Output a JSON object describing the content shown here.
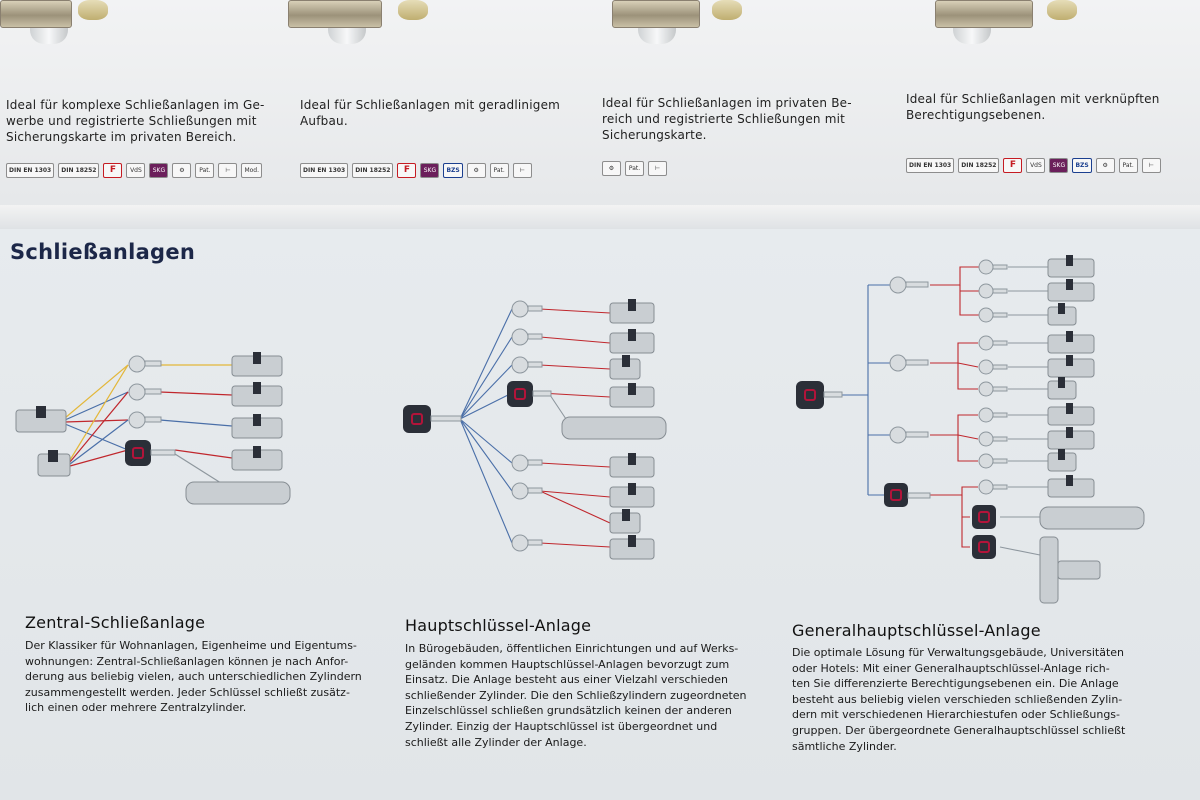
{
  "top_descriptions": [
    {
      "lines": [
        "Ideal für komplexe Schließanlagen im Ge-",
        "werbe und registrierte Schließungen mit",
        "Sicherungskarte im privaten Bereich."
      ]
    },
    {
      "lines": [
        "Ideal für Schließanlagen mit geradlinigem",
        "Aufbau."
      ]
    },
    {
      "lines": [
        "Ideal für Schließanlagen im privaten Be-",
        "reich und registrierte Schließungen mit",
        "Sicherungskarte."
      ]
    },
    {
      "lines": [
        "Ideal für Schließanlagen mit verknüpften",
        "Berechtigungsebenen."
      ]
    }
  ],
  "badges": {
    "col1": [
      "DIN EN 1303",
      "DIN 18252",
      "F",
      "VdS",
      "SKG",
      "⚙",
      "Pat.",
      "⊢",
      "Mod."
    ],
    "col2": [
      "DIN EN 1303",
      "DIN 18252",
      "F",
      "SKG",
      "BZS",
      "⚙",
      "Pat.",
      "⊢"
    ],
    "col3": [
      "⚙",
      "Pat.",
      "⊢"
    ],
    "col4": [
      "DIN EN 1303",
      "DIN 18252",
      "F",
      "VdS",
      "SKG",
      "BZS",
      "⚙",
      "Pat.",
      "⊢"
    ]
  },
  "heading": "Schließanlagen",
  "sections": [
    {
      "title": "Zentral-Schließanlage",
      "lines": [
        "Der Klassiker für Wohnanlagen, Eigenheime und Eigentums-",
        "wohnungen: Zentral-Schließanlagen können je nach Anfor-",
        "derung aus beliebig vielen, auch unterschiedlichen Zylindern",
        "zusammengestellt werden. Jeder Schlüssel schließt zusätz-",
        "lich einen oder mehrere Zentralzylinder."
      ]
    },
    {
      "title": "Hauptschlüssel-Anlage",
      "lines": [
        "In Bürogebäuden, öffentlichen Einrichtungen und auf Werks-",
        "geländen kommen Hauptschlüssel-Anlagen bevorzugt zum",
        "Einsatz. Die Anlage besteht aus einer Vielzahl verschieden",
        "schließender Zylinder. Die den Schließzylindern zugeordneten",
        "Einzelschlüssel schließen grundsätzlich keinen der anderen",
        "Zylinder. Einzig der Hauptschlüssel ist übergeordnet und",
        "schließt alle Zylinder der Anlage."
      ]
    },
    {
      "title": "Generalhauptschlüssel-Anlage",
      "lines": [
        "Die optimale Lösung für Verwaltungsgebäude, Universitäten",
        "oder Hotels: Mit einer Generalhauptschlüssel-Anlage rich-",
        "ten Sie differenzierte Berechtigungsebenen ein. Die Anlage",
        "besteht aus beliebig vielen verschieden schließenden Zylin-",
        "dern mit verschiedenen Hierarchiestufen oder Schließungs-",
        "gruppen. Der übergeordnete Generalhauptschlüssel schließt",
        "sämtliche Zylinder."
      ]
    }
  ],
  "colors": {
    "heading": "#1c2748",
    "line_red": "#c0272d",
    "line_blue": "#4a6fa8",
    "line_yellow": "#e3b73a",
    "line_gray": "#8e979e",
    "key_black": "#2b2f38",
    "key_accent": "#b2143a"
  }
}
